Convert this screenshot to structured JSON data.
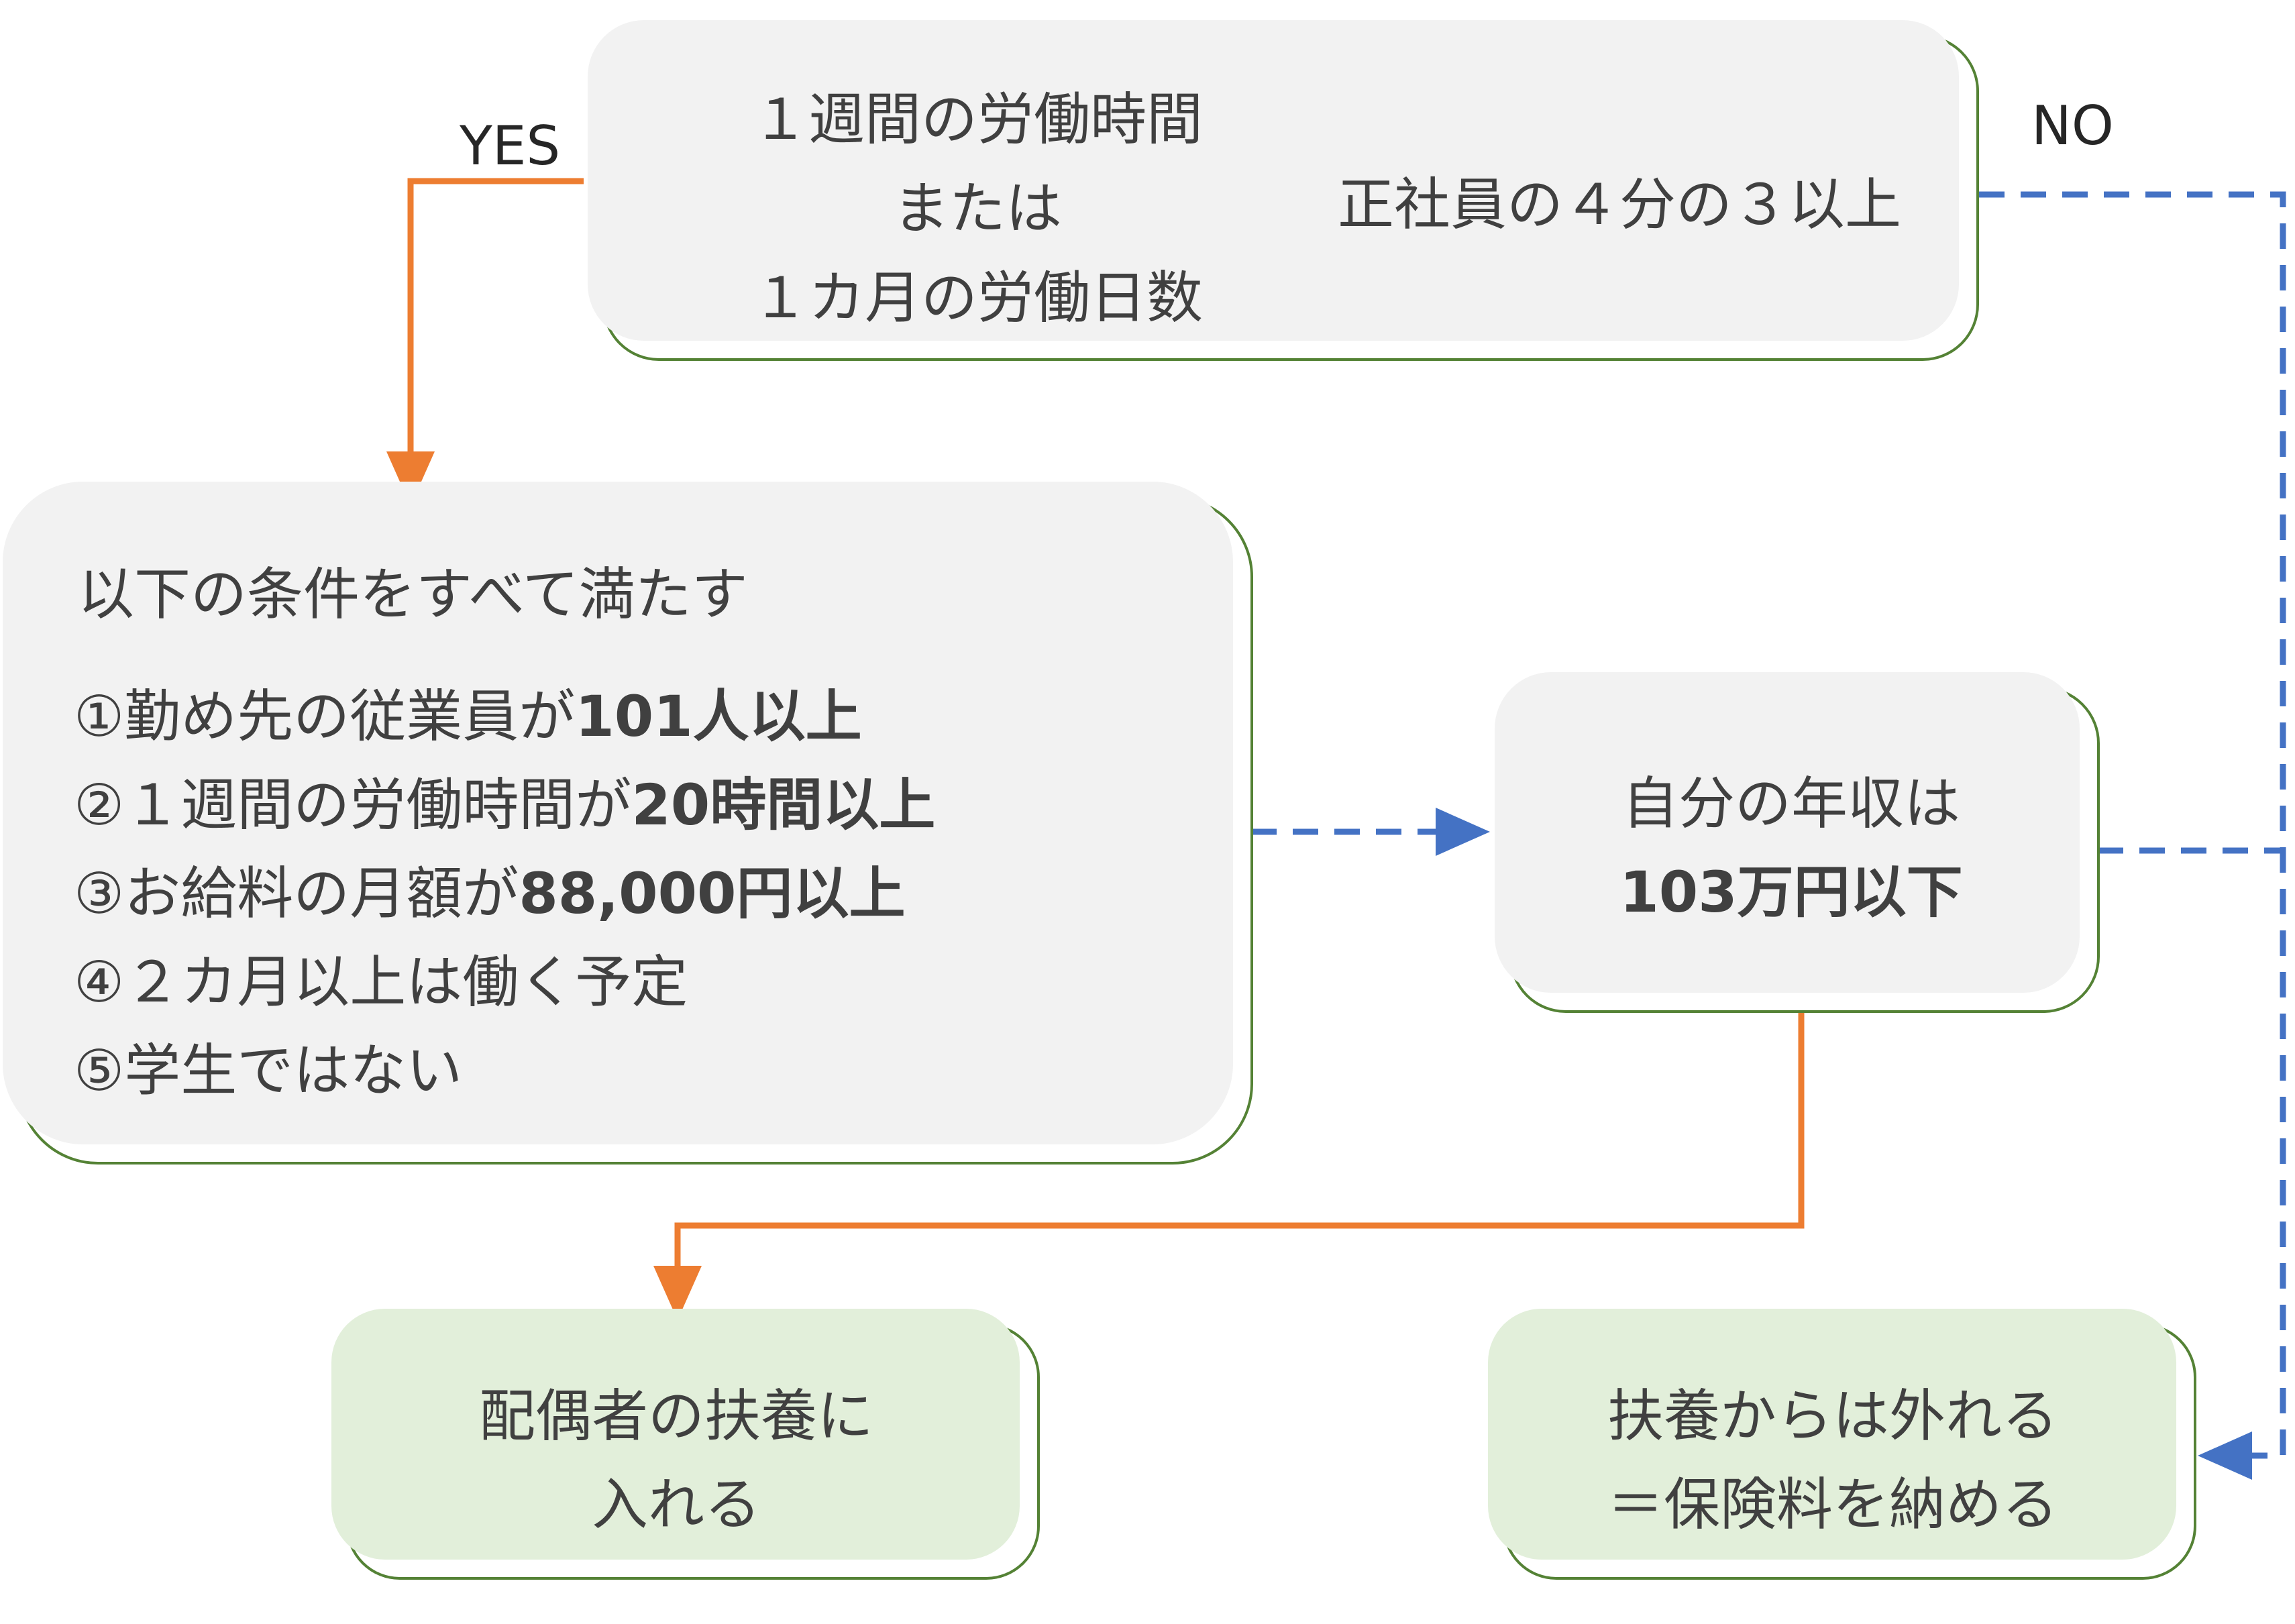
{
  "top_condition": {
    "lines": [
      "１週間の労働時間",
      "または",
      "１カ月の労働日数"
    ],
    "result": "正社員の４分の３以上"
  },
  "yes_label": "YES",
  "no_label": "NO",
  "conditions_box": {
    "title": "以下の条件をすべて満たす",
    "items": [
      {
        "prefix": "①勤め先の従業員が",
        "bold": "101人以上"
      },
      {
        "prefix": "②１週間の労働時間が",
        "bold": "20時間以上"
      },
      {
        "prefix": "③お給料の月額が",
        "bold": "88,000円以上"
      },
      {
        "prefix": "④２カ月以上は働く予定",
        "bold": ""
      },
      {
        "prefix": "⑤学生ではない",
        "bold": ""
      }
    ]
  },
  "income_box": {
    "line1": "自分の年収は",
    "line2": "103万円以下"
  },
  "result_dependent": {
    "line1": "配偶者の扶養に",
    "line2": "入れる"
  },
  "result_independent": {
    "line1": "扶養からは外れる",
    "line2": "＝保険料を納める"
  },
  "colors": {
    "border": "#548235",
    "grey_fill": "#f2f2f2",
    "green_fill": "#e2efda",
    "yes_arrow": "#ed7d31",
    "no_arrow": "#4472c4",
    "brace": "#548235"
  }
}
